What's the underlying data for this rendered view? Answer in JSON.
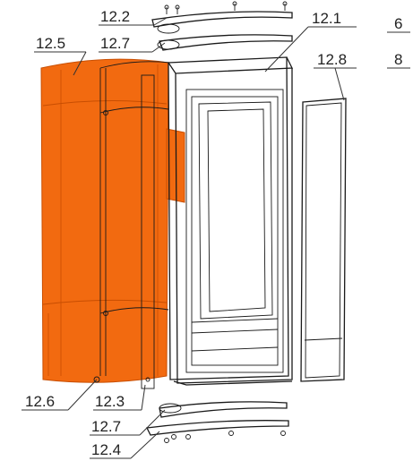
{
  "colors": {
    "highlight": "#f26a10",
    "highlight_dark": "#c84e02",
    "line": "#1a1a1a"
  },
  "labels": {
    "p12_1": "12.1",
    "p12_2": "12.2",
    "p12_3": "12.3",
    "p12_4": "12.4",
    "p12_5": "12.5",
    "p12_6": "12.6",
    "p12_7_top": "12.7",
    "p12_7_bottom": "12.7",
    "p12_8": "12.8",
    "ref_6": "6",
    "ref_8": "8"
  }
}
